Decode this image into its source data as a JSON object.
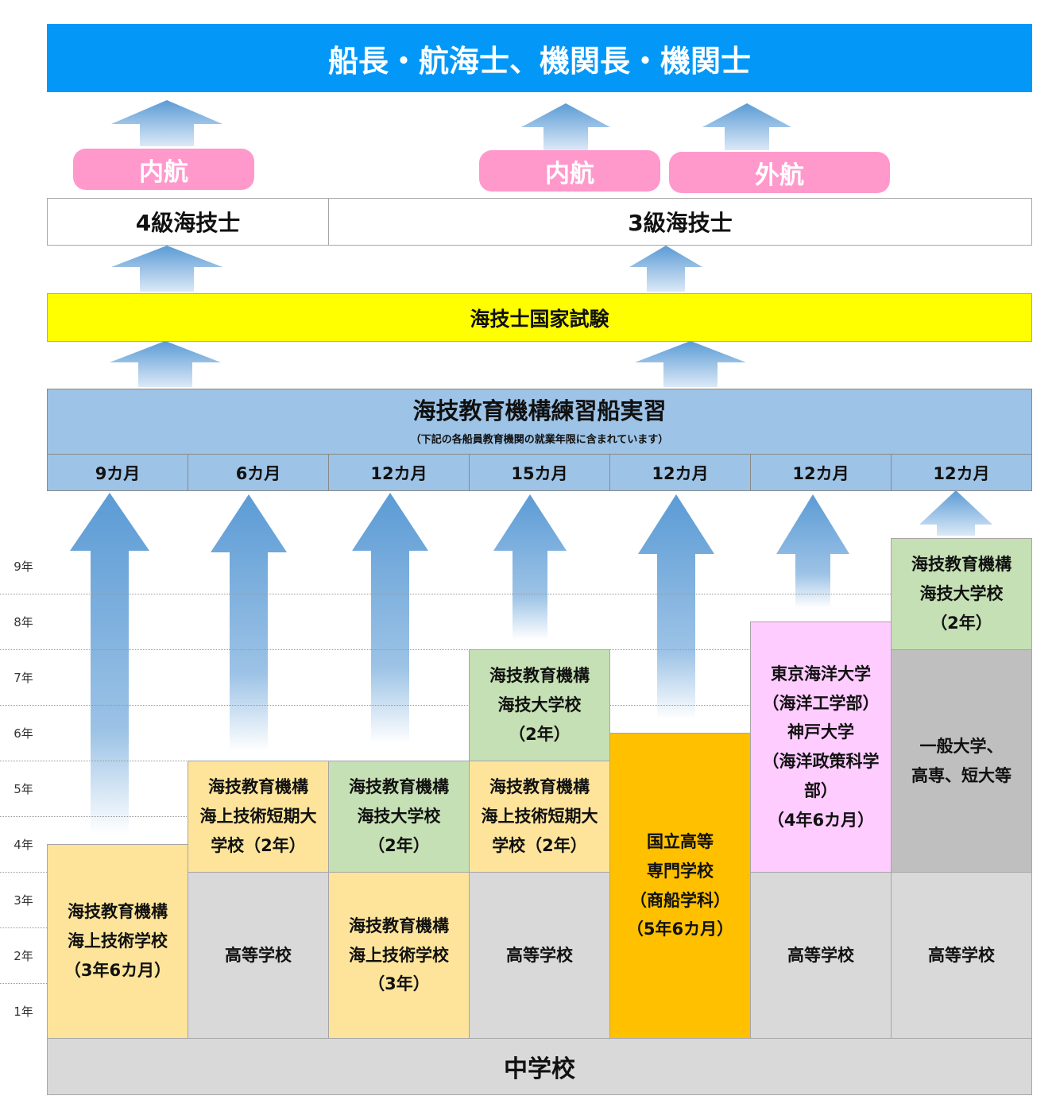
{
  "title": "船長・航海士、機関長・機関士",
  "navigation": {
    "naiko_1": "内航",
    "naiko_2": "内航",
    "gaiko": "外航"
  },
  "licenses": {
    "grade4": "4級海技士",
    "grade3": "3級海技士"
  },
  "exam": "海技士国家試験",
  "training": {
    "title": "海技教育機構練習船実習",
    "subtitle": "（下記の各船員教育機関の就業年限に含まれています）",
    "durations": [
      "9カ月",
      "6カ月",
      "12カ月",
      "15カ月",
      "12カ月",
      "12カ月",
      "12カ月"
    ]
  },
  "year_labels": [
    "9年",
    "8年",
    "7年",
    "6年",
    "5年",
    "4年",
    "3年",
    "2年",
    "1年"
  ],
  "columns": [
    {
      "blocks": [
        {
          "lines": [
            "海技教育機構",
            "海上技術学校",
            "（3年6カ月）"
          ],
          "color": "#fde49a"
        }
      ]
    },
    {
      "blocks": [
        {
          "lines": [
            "海技教育機構",
            "海上技術短期大",
            "学校（2年）"
          ],
          "color": "#fde49a"
        },
        {
          "lines": [
            "高等学校"
          ],
          "color": "#d9d9d9"
        }
      ]
    },
    {
      "blocks": [
        {
          "lines": [
            "海技教育機構",
            "海技大学校",
            "（2年）"
          ],
          "color": "#c5e0b4"
        },
        {
          "lines": [
            "海技教育機構",
            "海上技術学校",
            "（3年）"
          ],
          "color": "#fde49a"
        }
      ]
    },
    {
      "blocks": [
        {
          "lines": [
            "海技教育機構",
            "海技大学校",
            "（2年）"
          ],
          "color": "#c5e0b4"
        },
        {
          "lines": [
            "海技教育機構",
            "海上技術短期大",
            "学校（2年）"
          ],
          "color": "#fde49a"
        },
        {
          "lines": [
            "高等学校"
          ],
          "color": "#d9d9d9"
        }
      ]
    },
    {
      "blocks": [
        {
          "lines": [
            "国立高等",
            "専門学校",
            "（商船学科）",
            "（5年6カ月）"
          ],
          "color": "#ffc000"
        }
      ]
    },
    {
      "blocks": [
        {
          "lines": [
            "東京海洋大学",
            "（海洋工学部）",
            "神戸大学",
            "（海洋政策科学",
            "部）",
            "（4年6カ月）"
          ],
          "color": "#ffccff"
        },
        {
          "lines": [
            "高等学校"
          ],
          "color": "#d9d9d9"
        }
      ]
    },
    {
      "blocks": [
        {
          "lines": [
            "海技教育機構",
            "海技大学校",
            "（2年）"
          ],
          "color": "#c5e0b4"
        },
        {
          "lines": [
            "一般大学、",
            "高専、短大等"
          ],
          "color": "#bfbfbf"
        },
        {
          "lines": [
            "高等学校"
          ],
          "color": "#d9d9d9"
        }
      ]
    }
  ],
  "base": "中学校",
  "colors": {
    "title_bg": "#0398f8",
    "pill_bg": "#ff99cc",
    "exam_bg": "#ffff00",
    "training_bg": "#9dc3e6",
    "arrow": "#5b9bd5"
  }
}
